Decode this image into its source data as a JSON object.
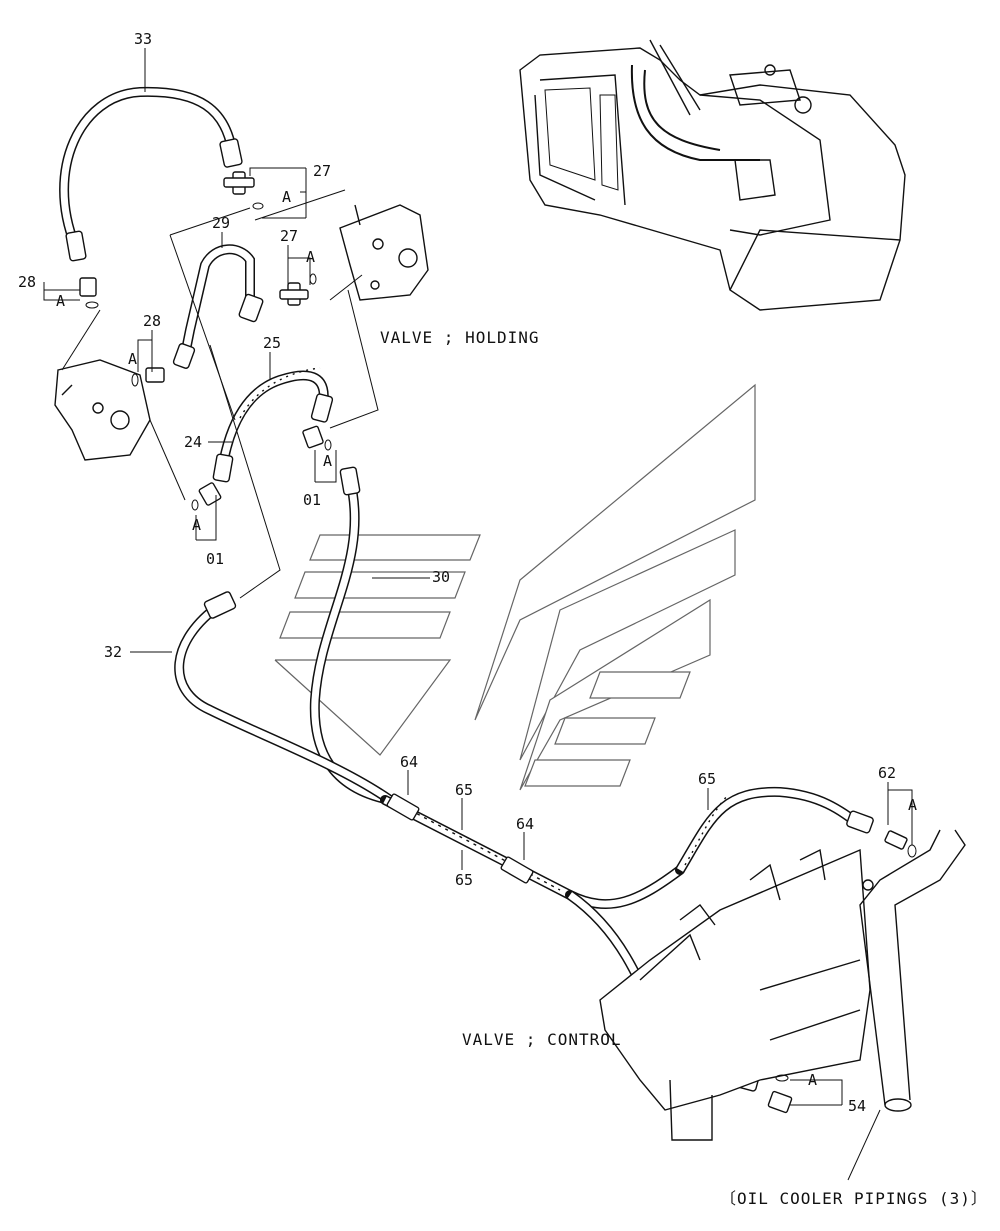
{
  "callouts": {
    "c33": "33",
    "c27a": "27",
    "c27a_sub": "A",
    "c29": "29",
    "c27b": "27",
    "c27b_sub": "A",
    "c28a": "28",
    "c28a_sub": "A",
    "c28b": "28",
    "c28b_sub": "A",
    "c25": "25",
    "c24": "24",
    "c01a_sub": "A",
    "c01a": "01",
    "c01b_sub": "A",
    "c01b": "01",
    "c30": "30",
    "c32": "32",
    "c64a": "64",
    "c65a": "65",
    "c64b": "64",
    "c65b": "65",
    "c65c": "65",
    "c62": "62",
    "c62_sub": "A",
    "c54_sub": "A",
    "c54": "54"
  },
  "labels": {
    "valve_holding": "VALVE ; HOLDING",
    "valve_control": "VALVE ; CONTROL",
    "footer": "〔OIL COOLER PIPINGS (3)〕"
  }
}
